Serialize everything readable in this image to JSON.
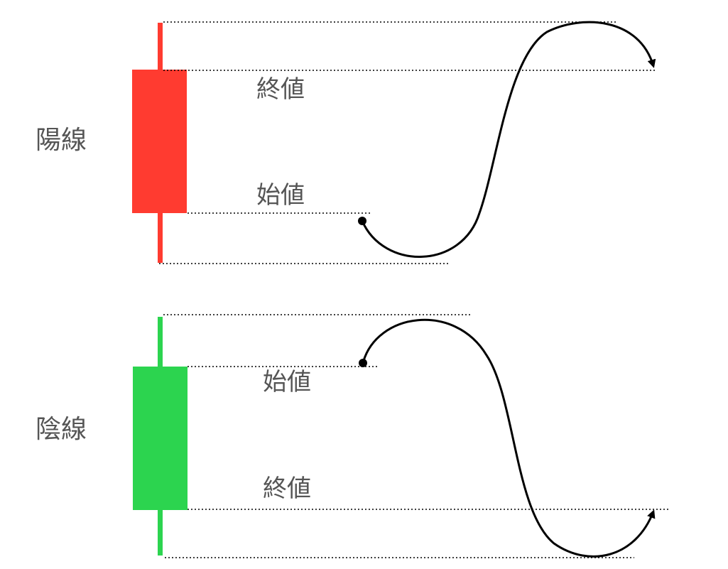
{
  "bullish": {
    "name": "陽線",
    "open_label": "始値",
    "close_label": "終値",
    "color": "#ff3b30"
  },
  "bearish": {
    "name": "陰線",
    "open_label": "始値",
    "close_label": "終値",
    "color": "#2cd44f"
  },
  "line_color": "#000000",
  "text_color": "#555555"
}
